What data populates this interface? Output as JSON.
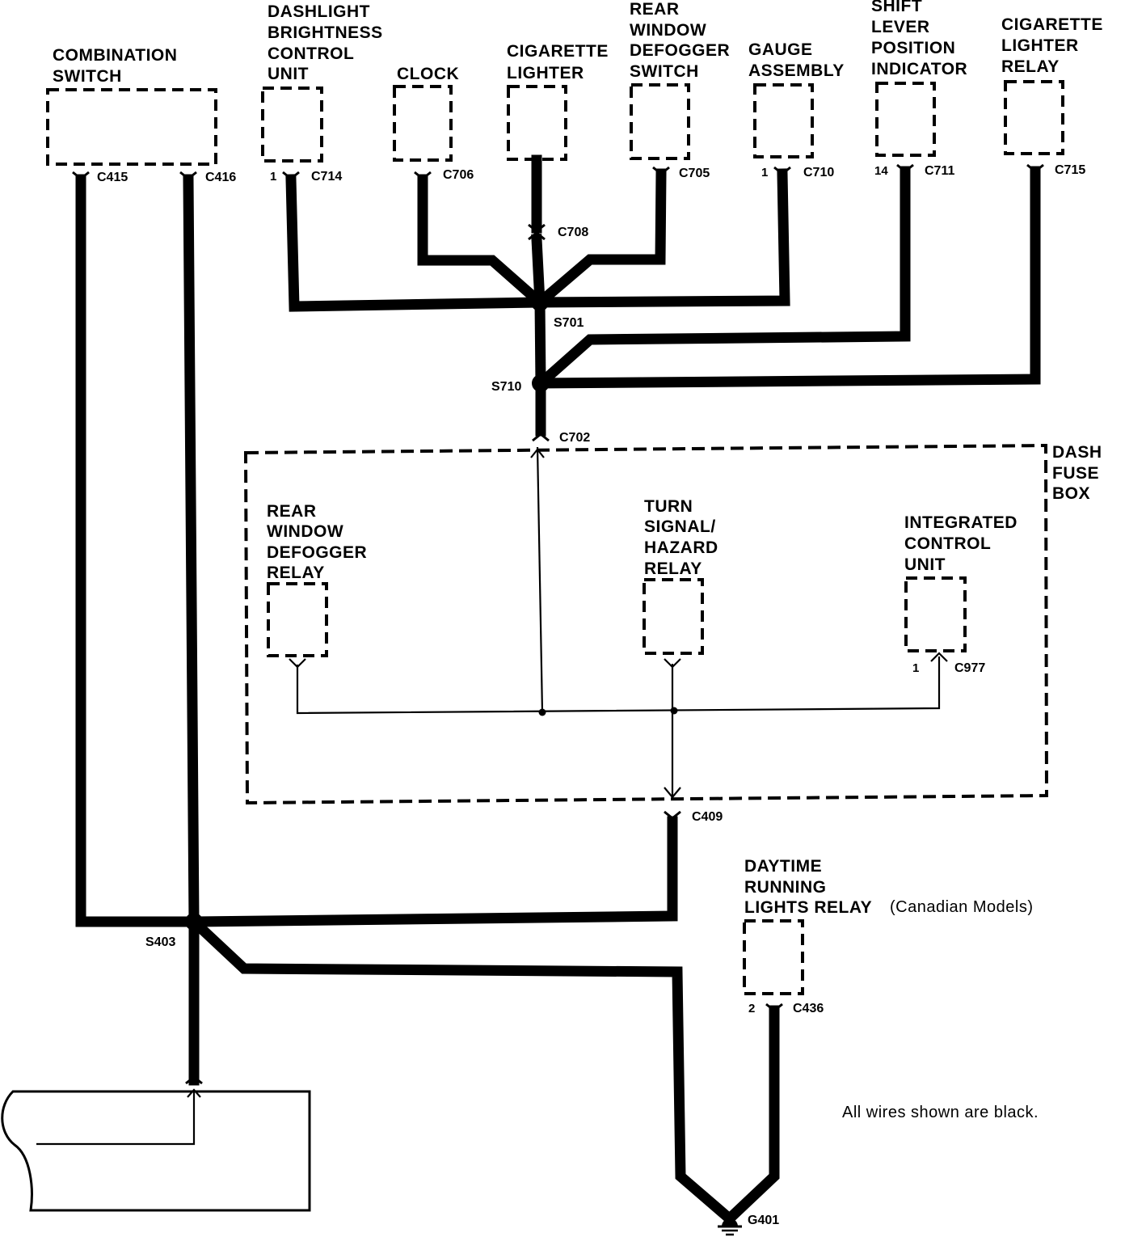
{
  "components": {
    "combination_switch": [
      "COMBINATION",
      "SWITCH"
    ],
    "dashlight": [
      "DASHLIGHT",
      "BRIGHTNESS",
      "CONTROL",
      "UNIT"
    ],
    "clock": [
      "CLOCK"
    ],
    "cigarette_lighter": [
      "CIGARETTE",
      "LIGHTER"
    ],
    "rear_defogger_switch": [
      "REAR",
      "WINDOW",
      "DEFOGGER",
      "SWITCH"
    ],
    "gauge_assembly": [
      "GAUGE",
      "ASSEMBLY"
    ],
    "shift_lever": [
      "SHIFT",
      "LEVER",
      "POSITION",
      "INDICATOR"
    ],
    "cigarette_lighter_relay": [
      "CIGARETTE",
      "LIGHTER",
      "RELAY"
    ],
    "dash_fuse_box": [
      "DASH",
      "FUSE",
      "BOX"
    ],
    "rear_defogger_relay": [
      "REAR",
      "WINDOW",
      "DEFOGGER",
      "RELAY"
    ],
    "turn_signal_relay": [
      "TURN",
      "SIGNAL/",
      "HAZARD",
      "RELAY"
    ],
    "integrated_control_unit": [
      "INTEGRATED",
      "CONTROL",
      "UNIT"
    ],
    "drl_relay": [
      "DAYTIME",
      "RUNNING",
      "LIGHTS RELAY"
    ],
    "drl_relay_note": "(Canadian Models)"
  },
  "connectors": {
    "c415": "C415",
    "c416": "C416",
    "c714": "C714",
    "c706": "C706",
    "c708": "C708",
    "c705": "C705",
    "c710": "C710",
    "c711": "C711",
    "c715": "C715",
    "c702": "C702",
    "c977": "C977",
    "c409": "C409",
    "c436": "C436"
  },
  "pins": {
    "c714": "1",
    "c710": "1",
    "c711": "14",
    "c977": "1",
    "c436": "2"
  },
  "splices": {
    "s701": "S701",
    "s710": "S710",
    "s403": "S403"
  },
  "ground": {
    "g401": "G401"
  },
  "note": "All wires shown are black."
}
